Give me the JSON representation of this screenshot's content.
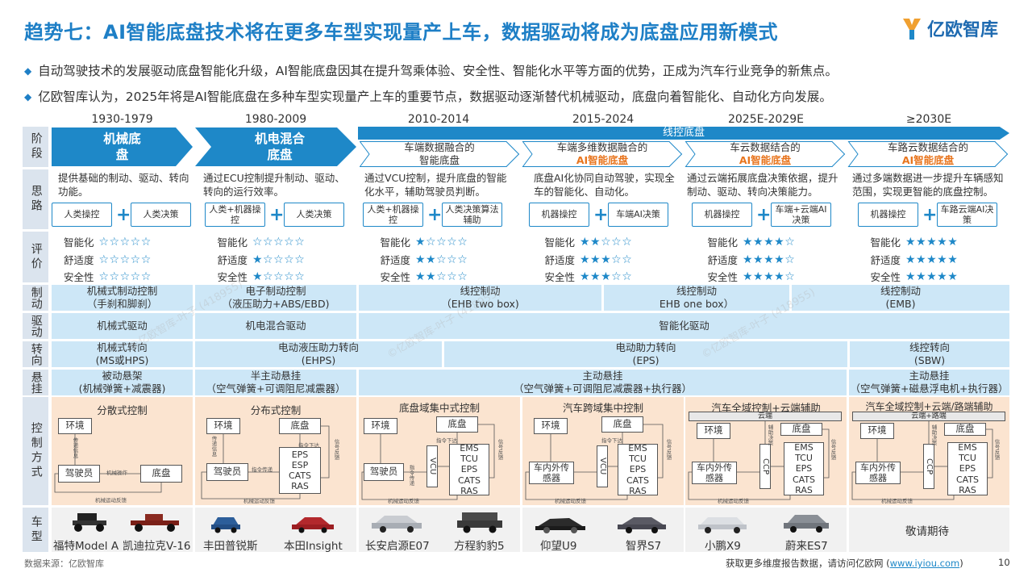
{
  "title": "趋势七：AI智能底盘技术将在更多车型实现量产上车，数据驱动将成为底盘应用新模式",
  "logo": {
    "text": "亿欧智库"
  },
  "bullets": [
    "自动驾驶技术的发展驱动底盘智能化升级，AI智能底盘因其在提升驾乘体验、安全性、智能化水平等方面的优势，正成为汽车行业竞争的新焦点。",
    "亿欧智库认为，2025年将是AI智能底盘在多种车型实现量产上车的重要节点，数据驱动逐渐替代机械驱动，底盘向着智能化、自动化方向发展。"
  ],
  "row_labels": {
    "stage": "阶段",
    "thinking": "思路",
    "rating": "评价",
    "braking": "制动",
    "drive": "驱动",
    "steering": "转向",
    "suspension": "悬挂",
    "control": "控制方式",
    "models": "车型"
  },
  "years": [
    "1930-1979",
    "1980-2009",
    "2010-2014",
    "2015-2024",
    "2025E-2029E",
    "≥2030E"
  ],
  "stages": {
    "s1": "机械底盘",
    "s2": "机电混合底盘",
    "wire": "线控底盘",
    "s3a": "车端数据融合的",
    "s3b": "智能底盘",
    "s4a": "车端多维数据融合的",
    "s4b": "AI智能底盘",
    "s5a": "车云数据结合的",
    "s5b": "AI智能底盘",
    "s6a": "车路云数据结合的",
    "s6b": "AI智能底盘"
  },
  "thinking": {
    "t1": "提供基础的制动、驱动、转向功能。",
    "t2": "通过ECU控制提升制动、驱动、转向的运行效率。",
    "t3": "通过VCU控制，提升底盘的智能化水平，辅助驾驶员判断。",
    "t4": "底盘AI化协同自动驾驶，实现全车的智能化、自动化。",
    "t5": "通过云端拓展底盘决策依据，提升制动、驱动、转向决策能力。",
    "t6": "通过多端数据进一步提升车辆感知范围，实现更智能的底盘控制。"
  },
  "pills": {
    "p1a": "人类操控",
    "p1b": "人类决策",
    "p2a": "人类+机器操控",
    "p2b": "人类决策",
    "p3a": "人类+机器操控",
    "p3b": "人类决策算法辅助",
    "p4a": "机器操控",
    "p4b": "车端AI决策",
    "p5a": "机器操控",
    "p5b": "车端+云端AI决策",
    "p6a": "机器操控",
    "p6b": "车路云端AI决策",
    "plus": "+"
  },
  "rating_labels": [
    "智能化",
    "舒适度",
    "安全性"
  ],
  "ratings": [
    [
      0,
      0,
      0
    ],
    [
      0,
      1,
      1
    ],
    [
      1,
      2,
      2
    ],
    [
      2,
      3,
      3
    ],
    [
      4,
      4,
      4
    ],
    [
      5,
      5,
      5
    ]
  ],
  "braking": {
    "c1a": "机械式制动控制",
    "c1b": "（手刹和脚刹）",
    "c2a": "电子制动控制",
    "c2b": "（液压助力+ABS/EBD)",
    "c3a": "线控制动",
    "c3b": "（EHB two box)",
    "c4a": "线控制动",
    "c4b": "EHB one box）",
    "c5a": "线控制动",
    "c5b": "(EMB)"
  },
  "drive": {
    "c1": "机械式驱动",
    "c2": "机电混合驱动",
    "c3": "智能化驱动"
  },
  "steering": {
    "c1a": "机械式转向",
    "c1b": "(MS或HPS)",
    "c2a": "电动液压助力转向",
    "c2b": "(EHPS)",
    "c3a": "电动助力转向",
    "c3b": "(EPS)",
    "c4a": "线控转向",
    "c4b": "(SBW)"
  },
  "suspension": {
    "c1a": "被动悬架",
    "c1b": "(机械弹簧+减震器)",
    "c2a": "半主动悬挂",
    "c2b": "（空气弹簧+可调阻尼减震器）",
    "c3a": "主动悬挂",
    "c3b": "（空气弹簧+可调阻尼减震器+执行器）",
    "c4a": "主动悬挂",
    "c4b": "（空气弹簧+磁悬浮电机+执行器）"
  },
  "control": {
    "titles": [
      "分散式控制",
      "分布式控制",
      "底盘域集中式控制",
      "汽车跨域集中控制",
      "汽车全域控制+云端辅助",
      "汽车全域控制+云端/路端辅助"
    ],
    "env": "环境",
    "driver": "驾驶员",
    "chassis": "底盘",
    "sensors": "车内外传感器",
    "ecu": "EPS ESP CATS RAS",
    "ecu2": "EMS TCU EPS CATS RAS",
    "vcu": "VCU",
    "ccp": "CCP",
    "cloud": "云端",
    "cloudroad": "云端+路端",
    "mech_op": "机械操作",
    "mech_fb": "机械运动反馈",
    "transfer": "传递信息",
    "cmd": "指令下达",
    "signal": "信号反馈",
    "cmd_transfer": "指令传递",
    "assist": "辅助决策"
  },
  "cars": {
    "c1": "福特Model A",
    "c2": "凯迪拉克V-16",
    "c3": "丰田普锐斯",
    "c4": "本田Insight",
    "c5": "长安启源E07",
    "c6": "方程豹豹5",
    "c7": "仰望U9",
    "c8": "智界S7",
    "c9": "小鹏X9",
    "c10": "蔚来ES7",
    "c11": "敬请期待"
  },
  "footer": {
    "source": "数据来源：亿欧智库",
    "more_prefix": "获取更多维度报告数据，请访问亿欧网 (",
    "link": "www.iyiou.com",
    "more_suffix": ")",
    "page": "10"
  },
  "watermark": "©亿欧智库-叶子 (418955)",
  "colors": {
    "accent": "#1e88c8",
    "highlight": "#e8751e",
    "band": "#cde7f7",
    "control_bg": "#fbe4d0",
    "label_bg": "#dbe4ee"
  }
}
